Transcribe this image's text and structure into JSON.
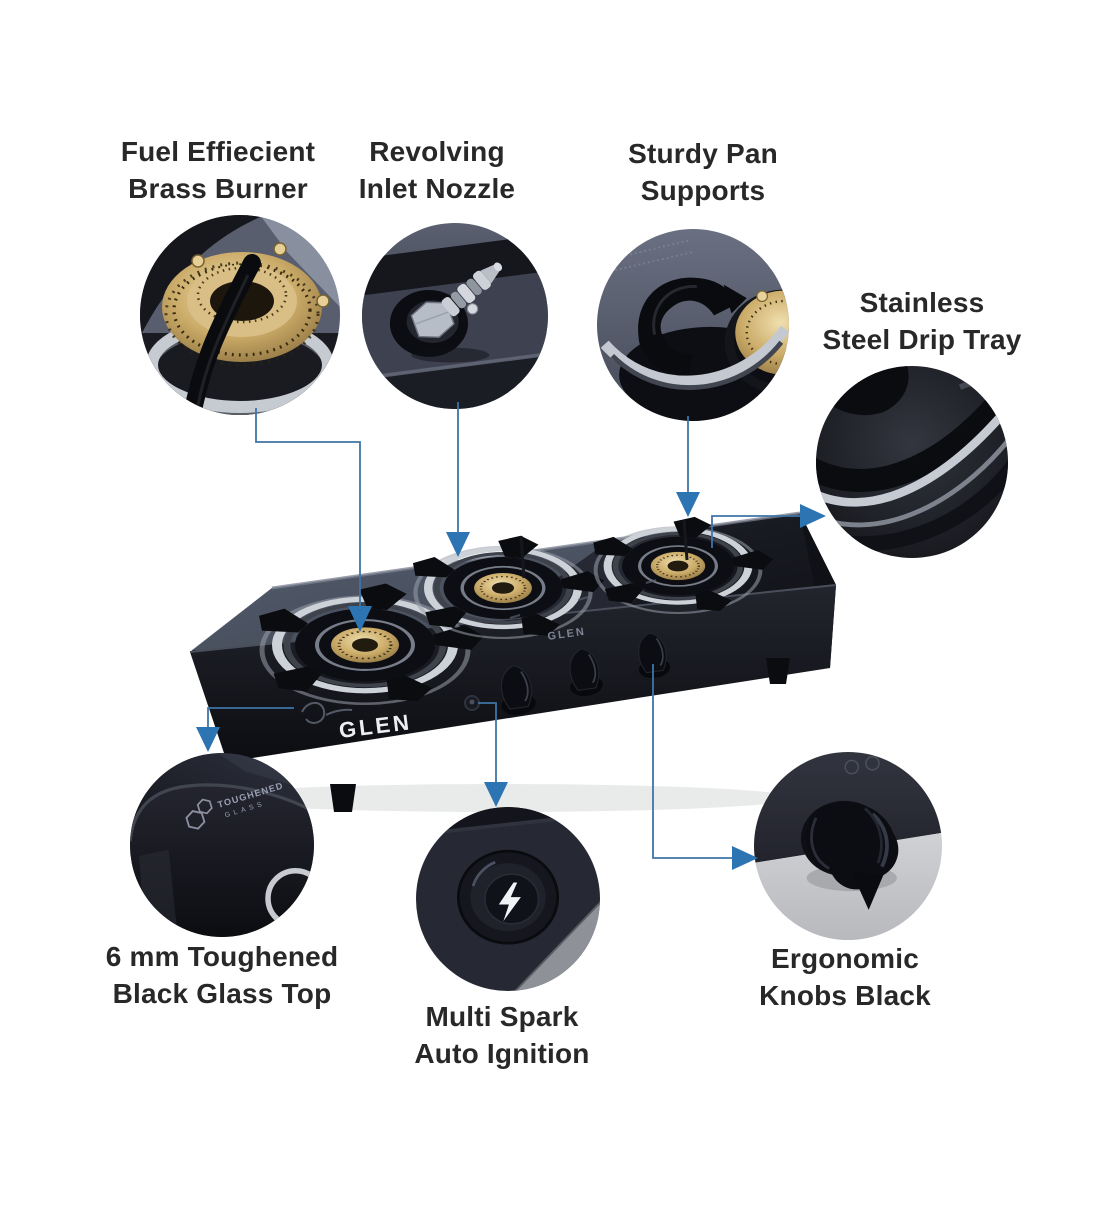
{
  "colors": {
    "arrow": "#2D74B2",
    "arrow_line": "#3E74A8",
    "label_text": "#282828",
    "background": "#FFFFFF",
    "brass": "#C9A964",
    "glass_black": "#17181F",
    "chrome": "#C6CBD3"
  },
  "product": {
    "brand": "GLEN",
    "glass_print": "GLEN",
    "glass_badge_line1": "TOUGHENED",
    "glass_badge_line2": "GLASS"
  },
  "callouts": [
    {
      "id": "brass-burner",
      "line1": "Fuel Effiecient",
      "line2": "Brass Burner"
    },
    {
      "id": "inlet-nozzle",
      "line1": "Revolving",
      "line2": "Inlet Nozzle"
    },
    {
      "id": "pan-supports",
      "line1": "Sturdy Pan",
      "line2": "Supports"
    },
    {
      "id": "drip-tray",
      "line1": "Stainless",
      "line2": "Steel Drip Tray"
    },
    {
      "id": "glass-top",
      "line1": "6 mm Toughened",
      "line2": "Black Glass Top"
    },
    {
      "id": "auto-ignition",
      "line1": "Multi Spark",
      "line2": "Auto Ignition"
    },
    {
      "id": "knobs",
      "line1": "Ergonomic",
      "line2": "Knobs Black"
    }
  ],
  "icons": {
    "ignition": "lightning-bolt-icon",
    "glass_badge": "hexagon-glass-badge-icon"
  }
}
